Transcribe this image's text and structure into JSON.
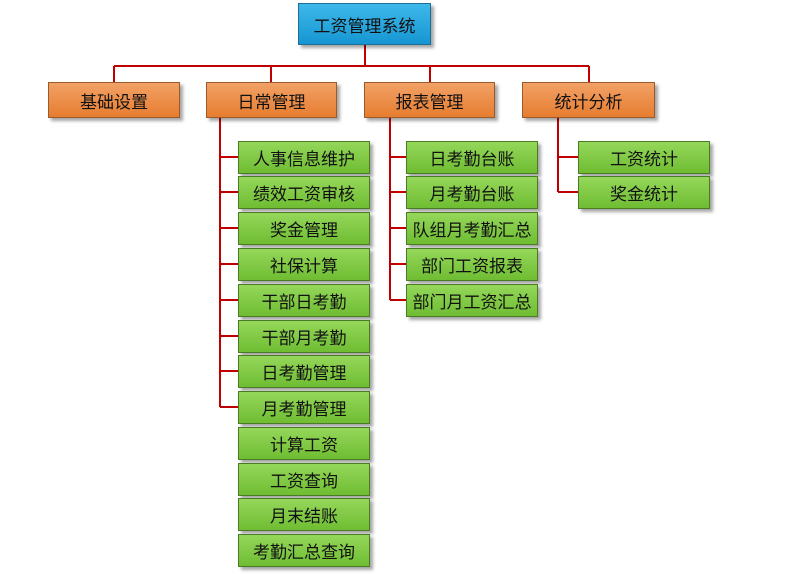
{
  "root": "工资管理系统",
  "categories": {
    "basic": "基础设置",
    "daily": "日常管理",
    "report": "报表管理",
    "stats": "统计分析"
  },
  "daily_items": [
    "人事信息维护",
    "绩效工资审核",
    "奖金管理",
    "社保计算",
    "干部日考勤",
    "干部月考勤",
    "日考勤管理",
    "月考勤管理",
    "计算工资",
    "工资查询",
    "月末结账",
    "考勤汇总查询"
  ],
  "report_items": [
    "日考勤台账",
    "月考勤台账",
    "队组月考勤汇总",
    "部门工资报表",
    "部门月工资汇总"
  ],
  "stats_items": [
    "工资统计",
    "奖金统计"
  ],
  "colors": {
    "root": "#1fa3dc",
    "category": "#ec8a3f",
    "leaf": "#7cc740",
    "connector": "#c00000"
  }
}
